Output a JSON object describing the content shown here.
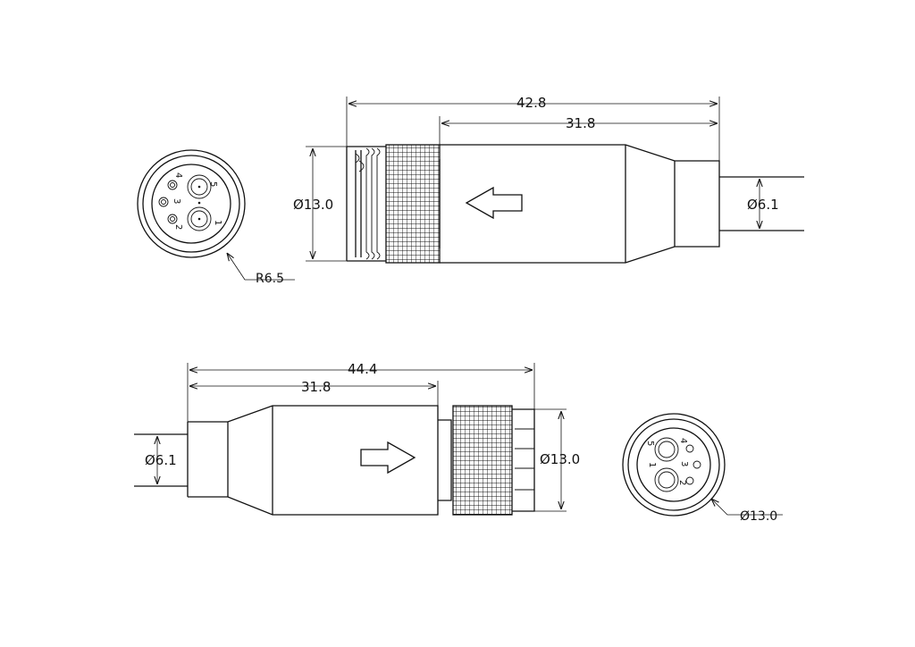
{
  "top_view": {
    "overall_length": "42.8",
    "body_length": "31.8",
    "diameter": "Ø13.0",
    "cable_diameter": "Ø6.1",
    "radius_callout": "R6.5",
    "pins": [
      "1",
      "2",
      "3",
      "4",
      "5"
    ],
    "arrow_direction": "left"
  },
  "bottom_view": {
    "overall_length": "44.4",
    "body_length": "31.8",
    "diameter": "Ø13.0",
    "cable_diameter": "Ø6.1",
    "face_diameter_callout": "Ø13.0",
    "pins": [
      "1",
      "2",
      "3",
      "4",
      "5"
    ],
    "arrow_direction": "right"
  }
}
